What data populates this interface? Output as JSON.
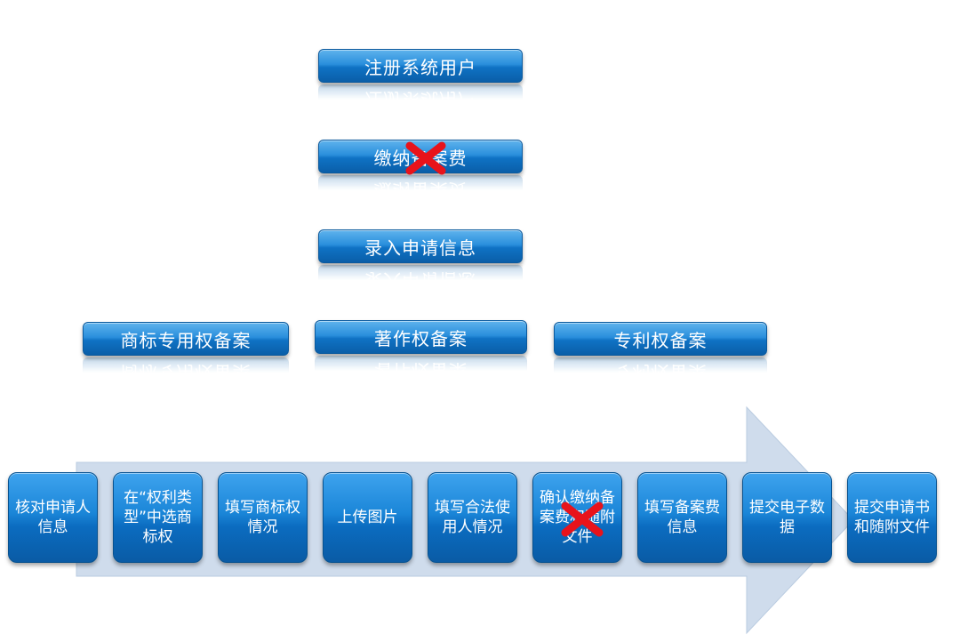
{
  "top_boxes": [
    {
      "label": "注册系统用户"
    },
    {
      "label": "缴纳备案费",
      "crossed": true
    },
    {
      "label": "录入申请信息"
    }
  ],
  "categories": [
    {
      "label": "商标专用权备案"
    },
    {
      "label": "著作权备案"
    },
    {
      "label": "专利权备案"
    }
  ],
  "steps": [
    {
      "label": "核对申请人信息"
    },
    {
      "label": "在“权利类型”中选商标权"
    },
    {
      "label": "填写商标权情况"
    },
    {
      "label": "上传图片"
    },
    {
      "label": "填写合法使用人情况"
    },
    {
      "label": "确认缴纳备案费和随附文件",
      "crossed": true
    },
    {
      "label": "填写备案费信息"
    },
    {
      "label": "提交电子数据"
    },
    {
      "label": "提交申请书和随附文件"
    }
  ],
  "colors": {
    "box_blue": "#1681d4",
    "arrow": "#c9d7e8",
    "cross": "#e8131b"
  }
}
